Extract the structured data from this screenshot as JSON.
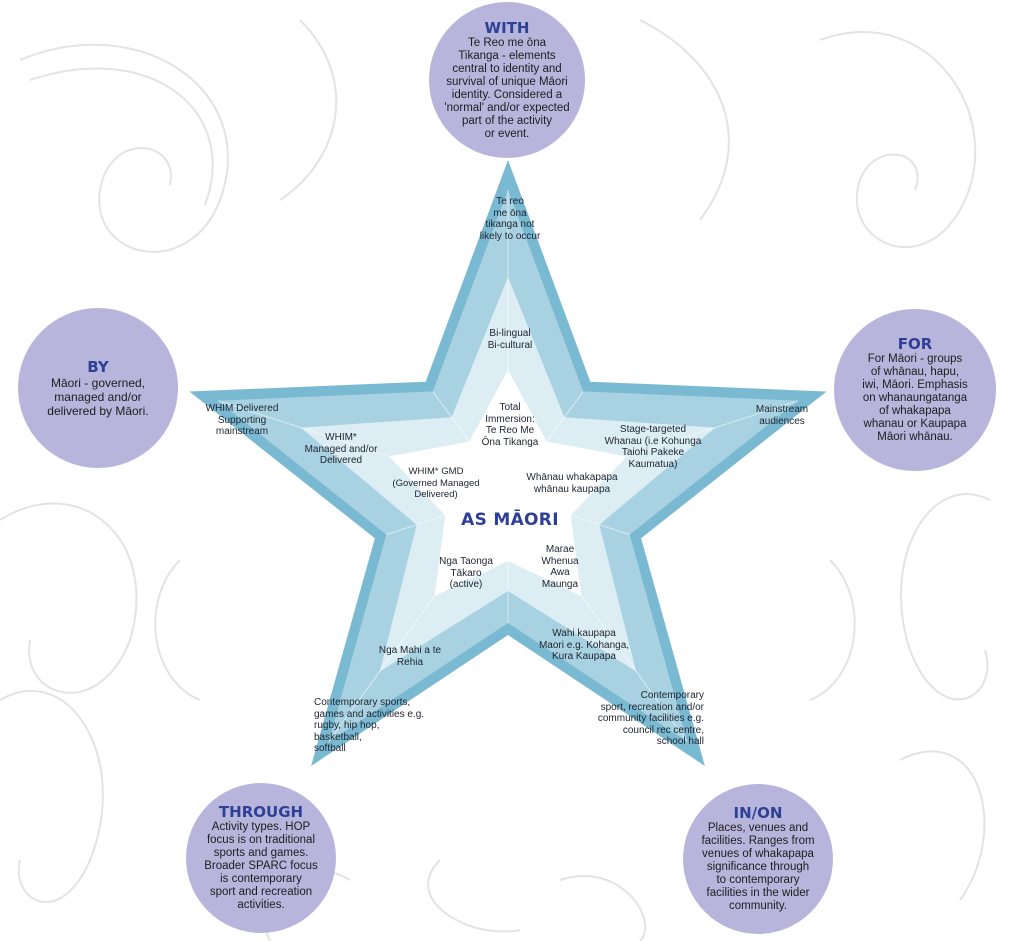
{
  "colors": {
    "circle_fill": "#b7b5dc",
    "circle_title": "#2e3f96",
    "outer_star": "#79b9d1",
    "band_light": "#dcedf4",
    "band_mid": "#a8d1e1",
    "inner_star": "#ffffff",
    "pattern": "#e6e6e6"
  },
  "center": {
    "title": "AS MĀORI"
  },
  "circles": {
    "with": {
      "title": "WITH",
      "body": "Te Reo me ōna\nTikanga - elements\ncentral to identity and\nsurvival of unique Māori\nidentity. Considered a\n'normal' and/or expected\npart of the activity\nor event."
    },
    "by": {
      "title": "BY",
      "body": "Māori - governed,\nmanaged and/or\ndelivered by Māori."
    },
    "for": {
      "title": "FOR",
      "body": "For Māori - groups\nof whānau, hapu,\niwi, Māori. Emphasis\non whanaungatanga\nof whakapapa\nwhanau or Kaupapa\nMāori whānau."
    },
    "through": {
      "title": "THROUGH",
      "body": "Activity types. HOP\nfocus is on traditional\nsports and games.\nBroader SPARC focus\nis contemporary\nsport and recreation\nactivities."
    },
    "inon": {
      "title": "IN/ON",
      "body": "Places, venues and\nfacilities. Ranges from\nvenues of whakapapa\nsignificance through\nto contemporary\nfacilities in the wider\ncommunity."
    }
  },
  "star_labels": {
    "top_outer": "Te reo\nme ōna\ntikanga not\nlikely to occur",
    "top_mid": "Bi-lingual\nBi-cultural",
    "top_inner": "Total\nImmersion:\nTe Reo Me\nŌna Tikanga",
    "left_outer": "WHIM Delivered\nSupporting\nmainstream",
    "left_mid": "WHIM*\nManaged and/or\nDelivered",
    "left_inner": "WHIM* GMD\n(Governed Managed\nDelivered)",
    "right_outer": "Mainstream\naudiences",
    "right_mid": "Stage-targeted\nWhanau (i.e Kohunga\nTaiohi Pakeke\nKaumatua)",
    "right_inner": "Whānau whakapapa\nwhānau kaupapa",
    "bl_inner": "Nga Taonga\nTākaro\n(active)",
    "bl_mid": "Nga Mahi a te\nRehia",
    "bl_outer": "Contemporary sports,\ngames and activities e.g.\nrugby, hip hop,\nbasketball,\nsoftball",
    "br_inner": "Marae\nWhenua\nAwa\nMaunga",
    "br_mid": "Wahi kaupapa\nMaori e.g. Kohanga,\nKura Kaupapa",
    "br_outer": "Contemporary\nsport, recreation and/or\ncommunity facilities e.g.\ncouncil rec centre,\nschool hall"
  }
}
